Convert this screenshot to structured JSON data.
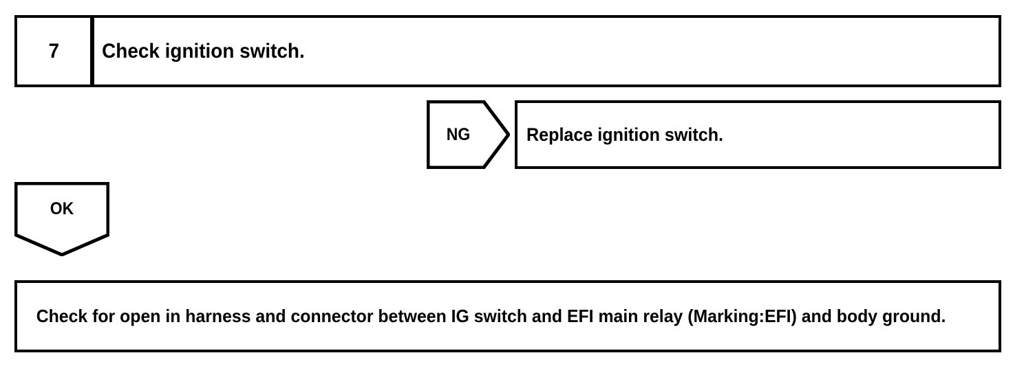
{
  "document": {
    "type": "troubleshooting-flowchart",
    "background_color": "#ffffff",
    "line_color": "#000000"
  },
  "step": {
    "number": "7",
    "title": "Check ignition switch."
  },
  "branches": [
    {
      "result": "NG",
      "shape": "right-pointing-pentagon",
      "action": "Replace ignition switch."
    },
    {
      "result": "OK",
      "shape": "down-pointing-pentagon",
      "action": "Check for open in harness and connector between IG switch and EFI main relay (Marking:EFI) and body ground."
    }
  ],
  "ng_branch": {
    "label": "NG",
    "action_text": "Replace ignition switch."
  },
  "ok_branch": {
    "label": "OK"
  },
  "next_step": {
    "line1": "Check for open in harness and connector between IG switch and EFI main relay (Marking:EFI)",
    "line2": "and body ground.",
    "text": "Check for open in harness and connector between IG switch and EFI main relay (Marking:EFI) and body ground."
  }
}
